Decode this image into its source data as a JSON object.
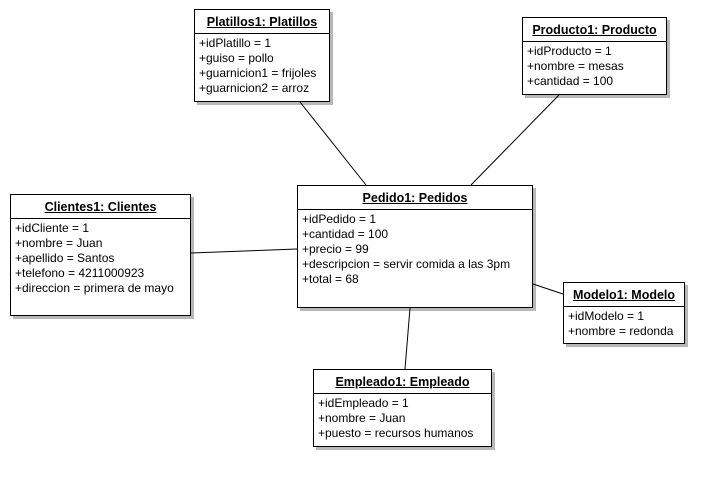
{
  "diagram": {
    "objects": {
      "platillos": {
        "title": "Platillos1: Platillos",
        "attributes": [
          "+idPlatillo = 1",
          "+guiso = pollo",
          "+guarnicion1 = frijoles",
          "+guarnicion2 = arroz"
        ]
      },
      "producto": {
        "title": "Producto1: Producto",
        "attributes": [
          "+idProducto = 1",
          "+nombre = mesas",
          "+cantidad = 100"
        ]
      },
      "clientes": {
        "title": "Clientes1: Clientes",
        "attributes": [
          "+idCliente = 1",
          "+nombre = Juan",
          "+apellido = Santos",
          "+telefono = 4211000923",
          "+direccion = primera de mayo"
        ]
      },
      "pedido": {
        "title": "Pedido1: Pedidos",
        "attributes": [
          "+idPedido = 1",
          "+cantidad = 100",
          "+precio = 99",
          "+descripcion = servir comida a las 3pm",
          "+total = 68"
        ]
      },
      "modelo": {
        "title": "Modelo1: Modelo",
        "attributes": [
          "+idModelo = 1",
          "+nombre = redonda"
        ]
      },
      "empleado": {
        "title": "Empleado1: Empleado",
        "attributes": [
          "+idEmpleado = 1",
          "+nombre = Juan",
          "+puesto = recursos humanos"
        ]
      }
    },
    "links": [
      {
        "from": "platillos",
        "to": "pedido"
      },
      {
        "from": "producto",
        "to": "pedido"
      },
      {
        "from": "clientes",
        "to": "pedido"
      },
      {
        "from": "pedido",
        "to": "modelo"
      },
      {
        "from": "pedido",
        "to": "empleado"
      }
    ]
  }
}
